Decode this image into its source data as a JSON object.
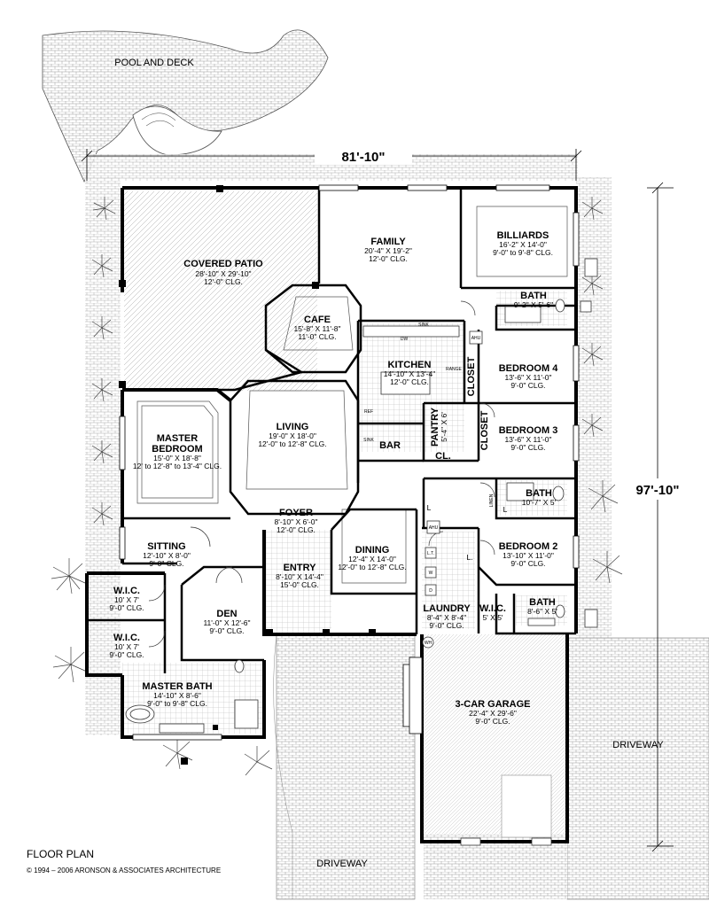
{
  "plan_title": "FLOOR PLAN",
  "copyright": "© 1994 – 2006 ARONSON & ASSOCIATES ARCHITECTURE",
  "dimensions": {
    "width": "81'-10\"",
    "depth": "97'-10\""
  },
  "outdoor": {
    "pool": "POOL AND DECK",
    "driveway_right": "DRIVEWAY",
    "driveway_bottom": "DRIVEWAY"
  },
  "rooms": {
    "covered_patio": {
      "name": "COVERED PATIO",
      "size": "28'-10\" X 29'-10\"",
      "ceiling": "12'-0\" CLG."
    },
    "family": {
      "name": "FAMILY",
      "size": "20'-4\" X 19'-2\"",
      "ceiling": "12'-0\" CLG."
    },
    "billiards": {
      "name": "BILLIARDS",
      "size": "16'-2\" X 14'-0\"",
      "ceiling": "9'-0\" to 9'-8\" CLG."
    },
    "bath_upper": {
      "name": "BATH",
      "size": "9'-2\" X 5'-6\""
    },
    "cafe": {
      "name": "CAFE",
      "size": "15'-8\" X 11'-8\"",
      "ceiling": "11'-0\" CLG."
    },
    "kitchen": {
      "name": "KITCHEN",
      "size": "14'-10\" X 13'-4\"",
      "ceiling": "12'-0\" CLG."
    },
    "bedroom4": {
      "name": "BEDROOM 4",
      "size": "13'-6\" X 11'-0\"",
      "ceiling": "9'-0\" CLG."
    },
    "closet_a": {
      "name": "CLOSET"
    },
    "closet_b": {
      "name": "CLOSET"
    },
    "living": {
      "name": "LIVING",
      "size": "19'-0\" X 18'-0\"",
      "ceiling": "12'-0\" to 12'-8\" CLG."
    },
    "master_bedroom": {
      "name1": "MASTER",
      "name2": "BEDROOM",
      "size": "15'-0\" X 18'-8\"",
      "ceiling": "12' to 12'-8\" to 13'-4\" CLG."
    },
    "pantry": {
      "name": "PANTRY",
      "size": "5'-4\" X 6'"
    },
    "bar": {
      "name": "BAR"
    },
    "cl": {
      "name": "CL."
    },
    "bedroom3": {
      "name": "BEDROOM 3",
      "size": "13'-6\" X 11'-0\"",
      "ceiling": "9'-0\" CLG."
    },
    "bath_mid": {
      "name": "BATH",
      "size": "10'-7\" X 5'"
    },
    "foyer": {
      "name": "FOYER",
      "size": "8'-10\" X 6'-0\"",
      "ceiling": "12'-0\" CLG."
    },
    "sitting": {
      "name": "SITTING",
      "size": "12'-10\" X 8'-0\"",
      "ceiling": "9'-0\" CLG."
    },
    "dining": {
      "name": "DINING",
      "size": "12'-4\" X 14'-0\"",
      "ceiling": "12'-0\" to 12'-8\" CLG."
    },
    "entry": {
      "name": "ENTRY",
      "size": "8'-10\" X 14'-4\"",
      "ceiling": "15'-0\" CLG."
    },
    "bedroom2": {
      "name": "BEDROOM 2",
      "size": "13'-10\" X 11'-0\"",
      "ceiling": "9'-0\" CLG."
    },
    "wic1": {
      "name": "W.I.C.",
      "size": "10' X 7'",
      "ceiling": "9'-0\" CLG."
    },
    "den": {
      "name": "DEN",
      "size": "11'-0\" X 12'-6\"",
      "ceiling": "9'-0\" CLG."
    },
    "laundry": {
      "name": "LAUNDRY",
      "size": "8'-4\" X 8'-4\"",
      "ceiling": "9'-0\" CLG."
    },
    "wic3": {
      "name": "W.I.C.",
      "size": "5' X 5'"
    },
    "bath_low": {
      "name": "BATH",
      "size": "8'-6\" X 5'"
    },
    "wic2": {
      "name": "W.I.C.",
      "size": "10' X 7'",
      "ceiling": "9'-0\" CLG."
    },
    "master_bath": {
      "name": "MASTER BATH",
      "size": "14'-10\" X 8'-6\"",
      "ceiling": "9'-0\" to 9'-8\" CLG."
    },
    "garage": {
      "name": "3-CAR GARAGE",
      "size": "22'-4\" X 29'-6\"",
      "ceiling": "9'-0\" CLG."
    }
  },
  "fixtures": {
    "ahu1": "AHU",
    "ahu2": "AHU",
    "dw": "DW",
    "sink1": "SINK",
    "range": "RANGE",
    "ref": "REF",
    "sink2": "SINK",
    "linen": "LINEN",
    "l1": "L",
    "l2": "L",
    "l3": "L.",
    "lt": "L.T.",
    "w": "W",
    "d": "D",
    "wh": "WH"
  }
}
